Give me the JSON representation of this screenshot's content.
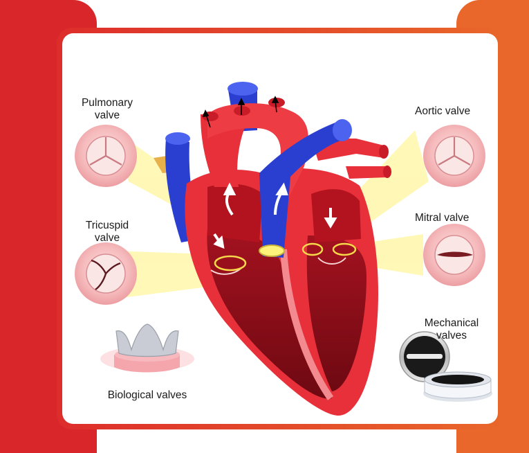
{
  "labels": {
    "pulmonary": "Pulmonary\nvalve",
    "tricuspid": "Tricuspid\nvalve",
    "aortic": "Aortic valve",
    "mitral": "Mitral valve",
    "mechanical": "Mechanical\nvalves",
    "biological": "Biological valves"
  },
  "colors": {
    "frame_red": "#d9262a",
    "frame_orange": "#e9672a",
    "heart_red": "#e8303a",
    "vessel_blue": "#2a3fd0",
    "highlight_yellow": "#fff27a",
    "valve_pink": "#f3b3b6"
  },
  "icons": [
    "heart-illustration",
    "valve-icon",
    "arrow-icon",
    "biological-valve-icon",
    "mechanical-valve-icon"
  ]
}
